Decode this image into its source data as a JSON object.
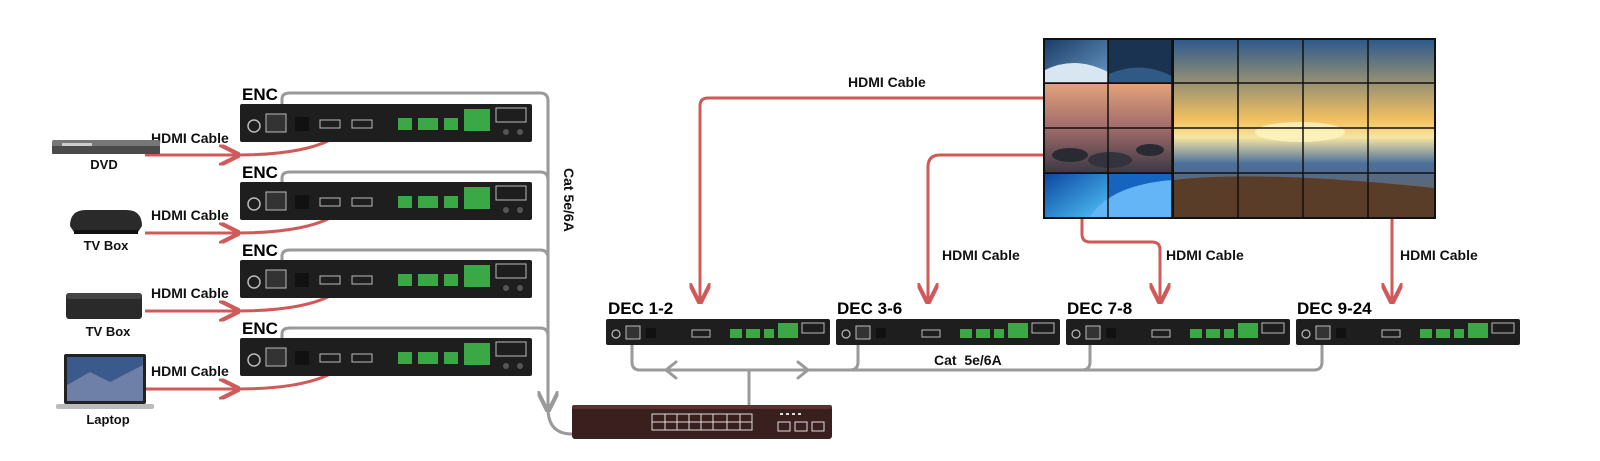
{
  "labels": {
    "enc": "ENC",
    "hdmi_cable": "HDMI Cable",
    "cat": "Cat 5e/6A",
    "cat_horizontal": "Cat  5e/6A"
  },
  "sources": [
    {
      "name": "DVD"
    },
    {
      "name": "TV Box"
    },
    {
      "name": "TV Box"
    },
    {
      "name": "Laptop"
    }
  ],
  "decoders": [
    {
      "name": "DEC 1-2"
    },
    {
      "name": "DEC 3-6"
    },
    {
      "name": "DEC 7-8"
    },
    {
      "name": "DEC 9-24"
    }
  ],
  "colors": {
    "hdmi": "#d05a5a",
    "cat": "#9a9a9a",
    "device": "#1e1e1e",
    "terminal": "#3aa845"
  }
}
